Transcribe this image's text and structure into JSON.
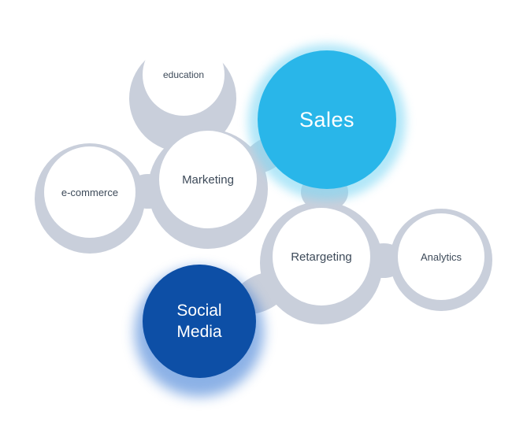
{
  "diagram": {
    "title": "marketing-bubble-diagram",
    "colors": {
      "halo": "#c9cfdb",
      "sales_fill": "#29b6e9",
      "sales_glow": "#7ed7f4",
      "social_fill": "#0d4fa6",
      "social_glow": "#2e72d2",
      "label_text": "#3d4a59",
      "node_fill": "#ffffff"
    },
    "nodes": [
      {
        "id": "education",
        "label": "education"
      },
      {
        "id": "sales",
        "label": "Sales"
      },
      {
        "id": "marketing",
        "label": "Marketing"
      },
      {
        "id": "e-commerce",
        "label": "e-commerce"
      },
      {
        "id": "retargeting",
        "label": "Retargeting"
      },
      {
        "id": "analytics",
        "label": "Analytics"
      },
      {
        "id": "social-media",
        "label": "Social Media"
      }
    ],
    "connections": [
      [
        "education",
        "marketing"
      ],
      [
        "e-commerce",
        "marketing"
      ],
      [
        "marketing",
        "sales"
      ],
      [
        "sales",
        "retargeting"
      ],
      [
        "retargeting",
        "analytics"
      ],
      [
        "social-media",
        "retargeting"
      ]
    ]
  }
}
